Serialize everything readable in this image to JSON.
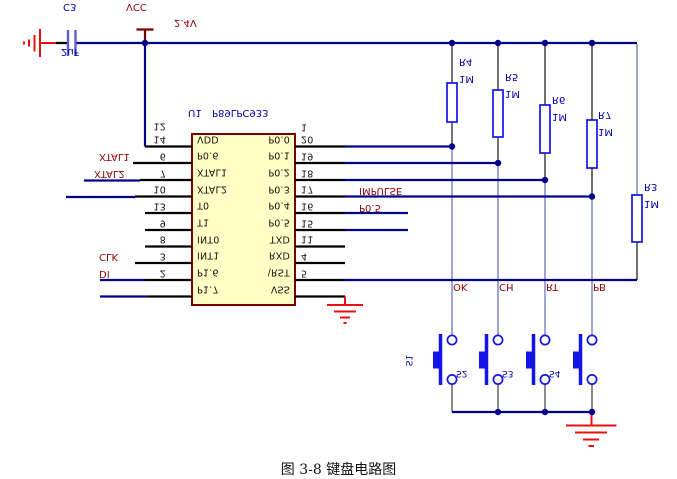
{
  "power": {
    "vcc": "VCC",
    "voltage": "2.4V",
    "capacitor_ref": "C3",
    "capacitor_value": "2uF"
  },
  "chip": {
    "ref": "U1",
    "part": "P89LPC933",
    "left_pin_names": [
      "VDD",
      "P0.6",
      "XTAL1",
      "XTAL2",
      "T0",
      "T1",
      "INT0",
      "INT1",
      "P1.6",
      "P1.7"
    ],
    "right_pin_names": [
      "P0.0",
      "P0.1",
      "P0.2",
      "P0.3",
      "P0.4",
      "P0.5",
      "TXD",
      "RXD",
      "\\RST",
      "VSS"
    ],
    "left_pin_number_top": "12",
    "left_pin_numbers": [
      "14",
      "6",
      "7",
      "10",
      "13",
      "9",
      "8",
      "3",
      "2"
    ],
    "right_pin_number_top": "1",
    "right_pin_numbers": [
      "20",
      "19",
      "18",
      "17",
      "16",
      "15",
      "11",
      "4",
      "5"
    ]
  },
  "net_labels": {
    "xtal1": "XTAL1",
    "xtal2": "XTAL2",
    "clk": "CLK",
    "di": "DI",
    "impulse": "IMPULSE",
    "p0_5": "P0.5"
  },
  "key_names": [
    "OK",
    "CH",
    "RT",
    "PB"
  ],
  "resistors": [
    {
      "ref": "R4",
      "value": "1M"
    },
    {
      "ref": "R5",
      "value": "1M"
    },
    {
      "ref": "R6",
      "value": "1M"
    },
    {
      "ref": "R7",
      "value": "1M"
    },
    {
      "ref": "R3",
      "value": "1M"
    }
  ],
  "switches": [
    "S1",
    "S2",
    "S3",
    "S4"
  ],
  "caption": "图 3-8  键盘电路图",
  "colors": {
    "wire": "#00008c",
    "pin_stub": "#000000",
    "chip_fill": "#ffffc6",
    "chip_border": "#7a0000",
    "net_label": "#8b0000",
    "designator": "#0000a8",
    "component_blue": "#1414e6",
    "ground_red": "#e81010"
  }
}
